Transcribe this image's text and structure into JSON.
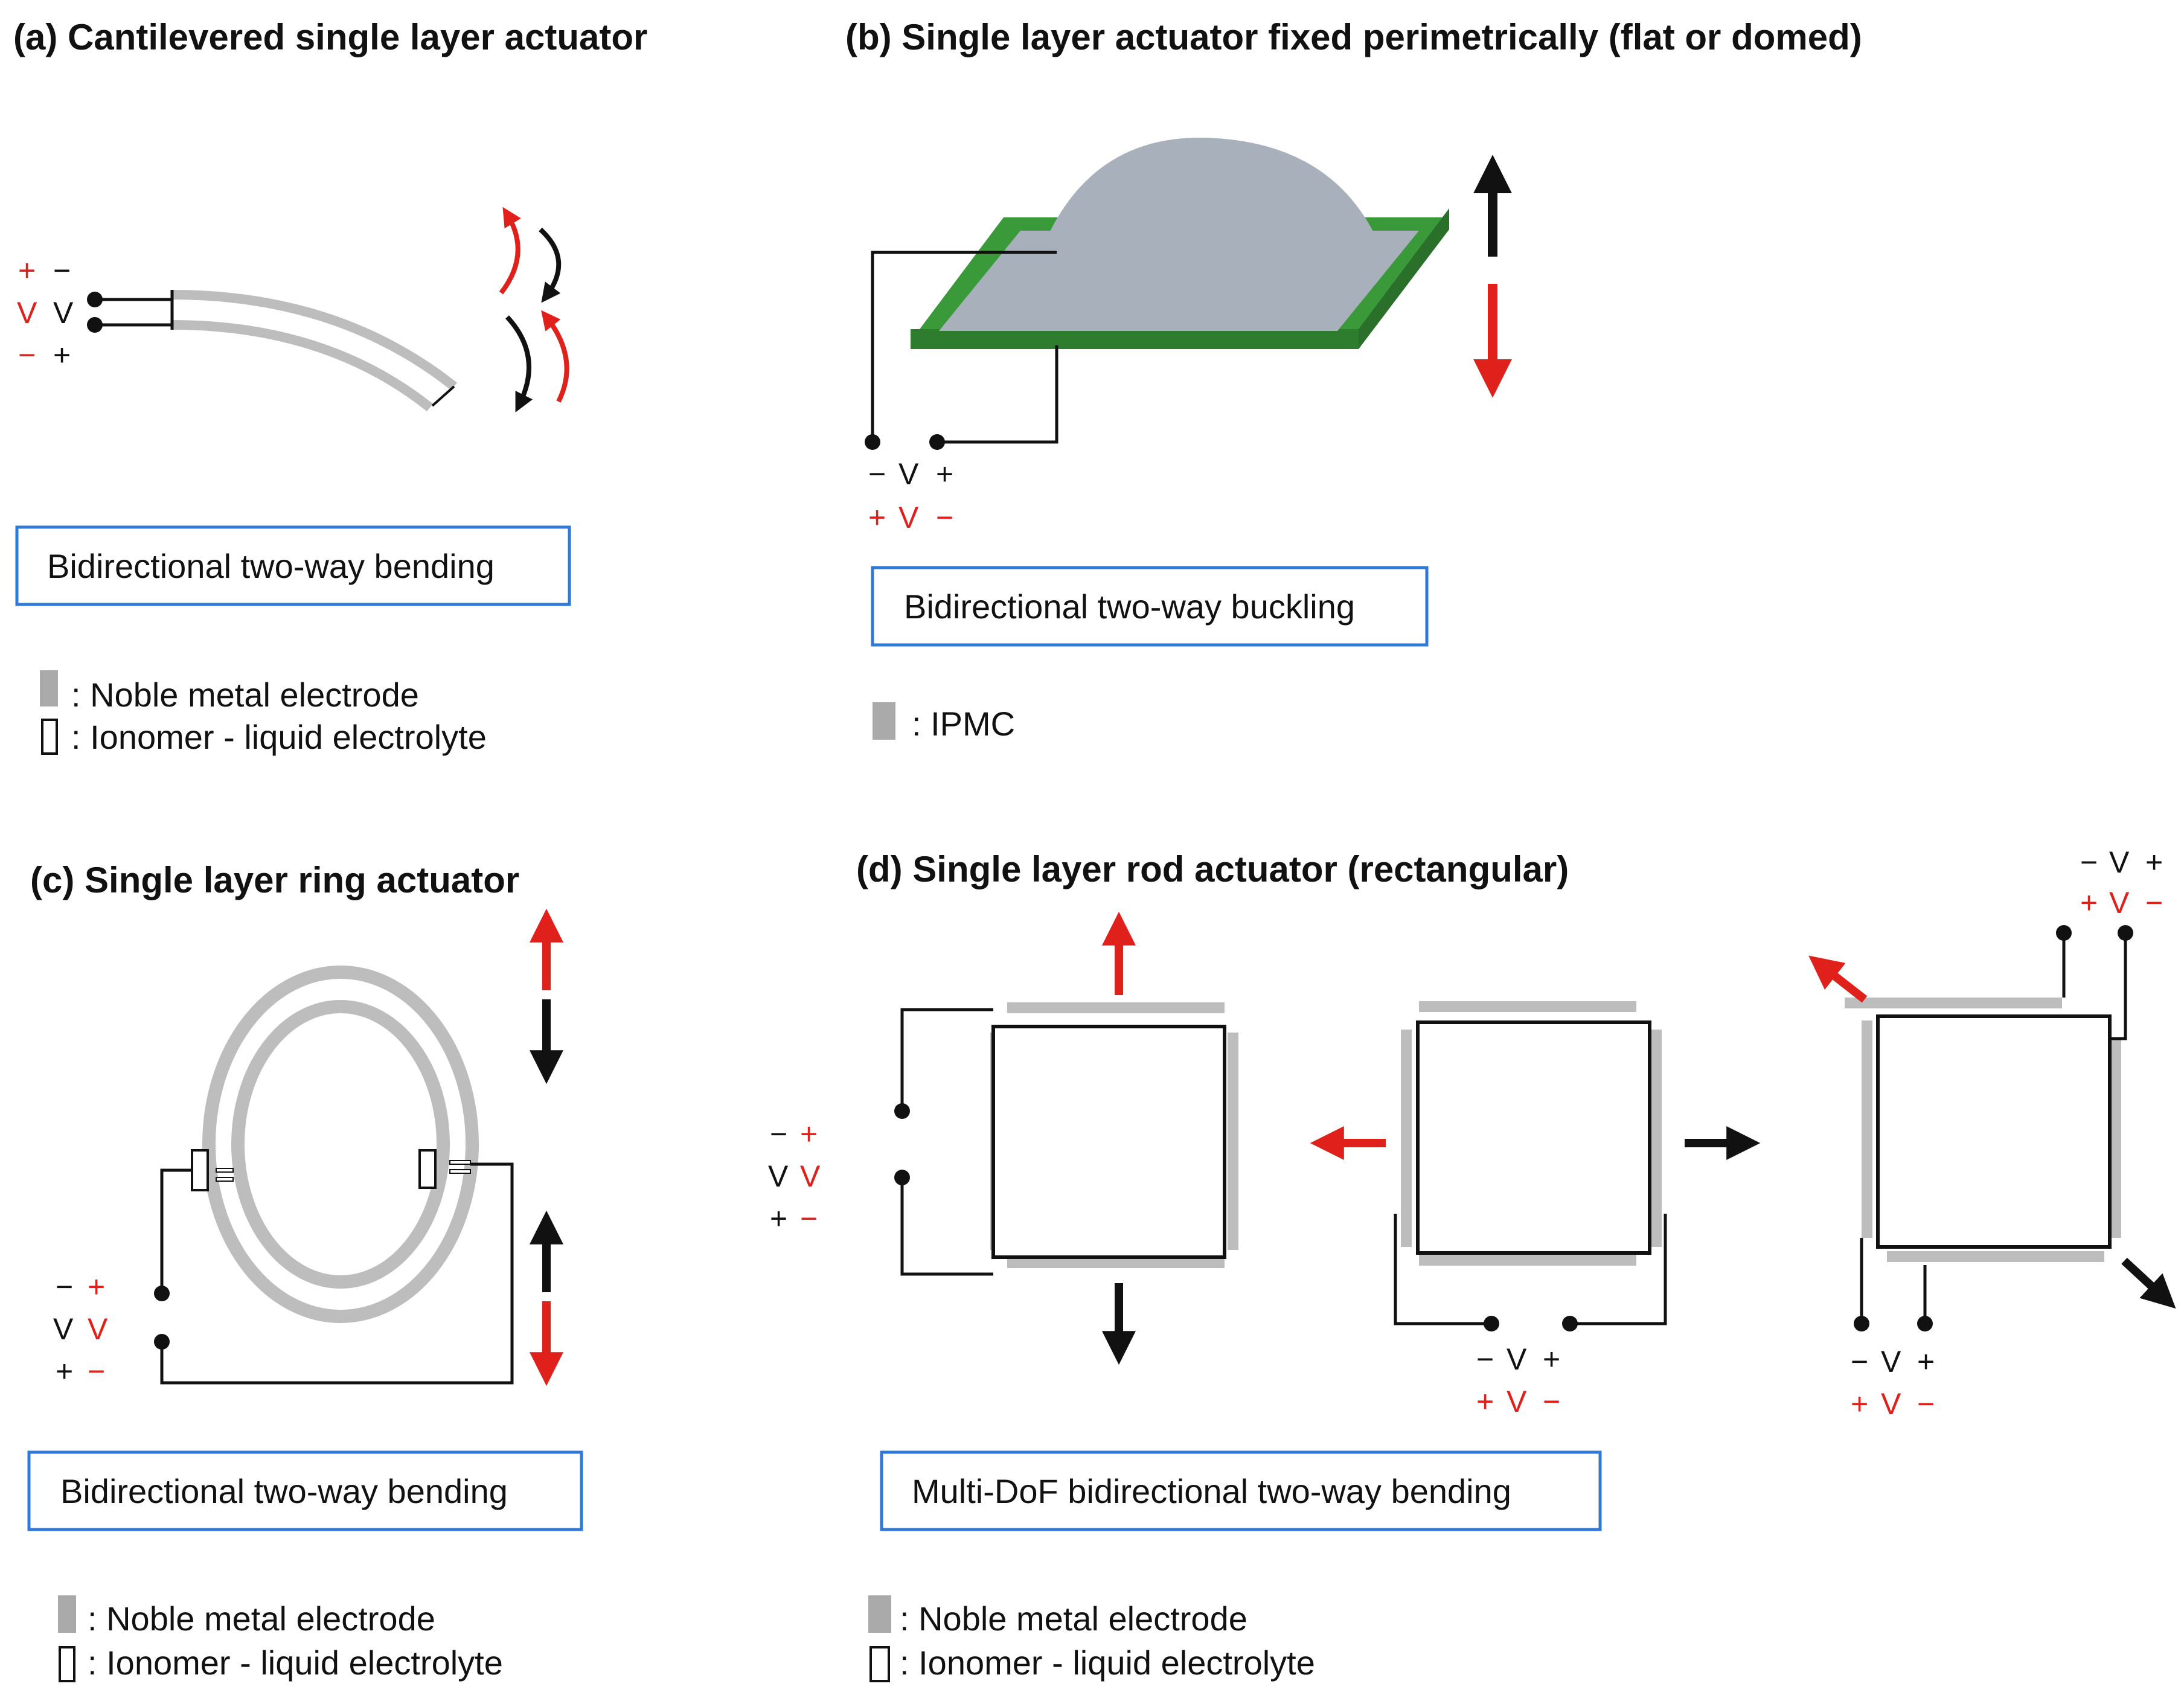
{
  "colors": {
    "red": "#e0201b",
    "black": "#111111",
    "electrode_gray": "#bdbdbd",
    "ipmc_gray": "#a8b0bc",
    "frame_green": "#2e8b2e",
    "box_border": "#2f7ad8"
  },
  "panel_a": {
    "title": "(a) Cantilevered single layer actuator",
    "mode": "Bidirectional two-way bending",
    "voltage": {
      "top": [
        "+",
        "−"
      ],
      "mid": [
        "V",
        "V"
      ],
      "bot": [
        "−",
        "+"
      ]
    },
    "legend": [
      {
        "icon": "gray-swatch-icon",
        "text": ": Noble metal electrode"
      },
      {
        "icon": "outline-swatch-icon",
        "text": ": Ionomer - liquid electrolyte"
      }
    ]
  },
  "panel_b": {
    "title": "(b) Single layer actuator fixed perimetrically (flat or domed)",
    "mode": "Bidirectional two-way buckling",
    "voltage": {
      "row1": [
        "−",
        "V",
        "+"
      ],
      "row2": [
        "+",
        "V",
        "−"
      ]
    },
    "legend": [
      {
        "icon": "gray-swatch-icon",
        "text": ": IPMC"
      }
    ]
  },
  "panel_c": {
    "title": "(c) Single layer ring actuator",
    "mode": "Bidirectional two-way bending",
    "voltage": {
      "top": [
        "−",
        "+"
      ],
      "mid": [
        "V",
        "V"
      ],
      "bot": [
        "+",
        "−"
      ]
    },
    "legend": [
      {
        "icon": "gray-swatch-icon",
        "text": ": Noble metal electrode"
      },
      {
        "icon": "outline-swatch-icon",
        "text": ": Ionomer - liquid electrolyte"
      }
    ]
  },
  "panel_d": {
    "title": "(d) Single layer rod actuator (rectangular)",
    "mode": "Multi-DoF bidirectional two-way bending",
    "voltage_left": {
      "top": [
        "−",
        "+"
      ],
      "mid": [
        "V",
        "V"
      ],
      "bot": [
        "+",
        "−"
      ]
    },
    "voltage_mid": {
      "row1": [
        "−",
        "V",
        "+"
      ],
      "row2": [
        "+",
        "V",
        "−"
      ]
    },
    "voltage_right_top": {
      "row1": [
        "−",
        "V",
        "+"
      ],
      "row2": [
        "+",
        "V",
        "−"
      ]
    },
    "voltage_right_bot": {
      "row1": [
        "−",
        "V",
        "+"
      ],
      "row2": [
        "+",
        "V",
        "−"
      ]
    },
    "legend": [
      {
        "icon": "gray-swatch-icon",
        "text": ": Noble metal electrode"
      },
      {
        "icon": "outline-swatch-icon",
        "text": ": Ionomer - liquid electrolyte"
      }
    ]
  }
}
